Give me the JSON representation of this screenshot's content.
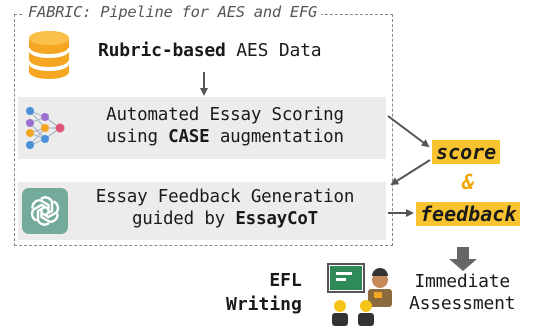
{
  "frame_title": "FABRIC: Pipeline for AES and EFG",
  "data_label": {
    "bold": "Rubric-based",
    "rest": " AES Data"
  },
  "aes": {
    "line1": "Automated Essay Scoring",
    "line2_pre": "using ",
    "line2_bold": "CASE",
    "line2_post": " augmentation"
  },
  "efg": {
    "line1": "Essay Feedback Generation",
    "line2_pre": "guided by ",
    "line2_bold": "EssayCoT"
  },
  "outputs": {
    "score": "score",
    "amp": "&",
    "feedback": "feedback"
  },
  "efl": {
    "line1": "EFL",
    "line2": "Writing"
  },
  "assessment": {
    "line1": "Immediate",
    "line2": "Assessment"
  },
  "icons": [
    "database-icon",
    "neural-network-icon",
    "chatgpt-icon",
    "learner-icon"
  ],
  "colors": {
    "accent": "#f7c32e",
    "box": "#ececec",
    "database": "#f5a623",
    "chatgpt": "#74aa9c"
  }
}
